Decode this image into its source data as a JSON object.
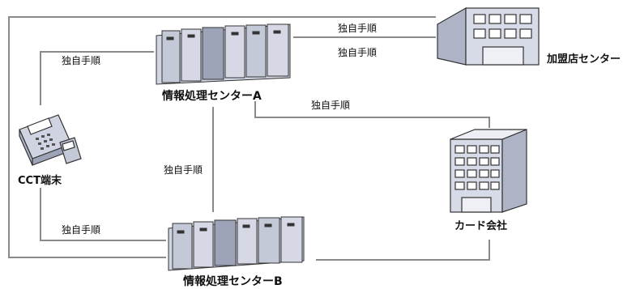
{
  "nodes": {
    "center_a": "情報処理センターA",
    "center_b": "情報処理センターB",
    "cct": "CCT端末",
    "merchant_center": "加盟店センター",
    "card_company": "カード会社"
  },
  "edges": {
    "outer_top": "独自手順",
    "a_to_merchant": "独自手順",
    "cct_to_a": "独自手順",
    "a_to_card": "独自手順",
    "a_to_b": "独自手順",
    "cct_to_b": "独自手順"
  },
  "colors": {
    "line": "#8a8a8a",
    "server": "#cfd3e0",
    "server_dark": "#9ea4b8",
    "building": "#d7dbe8"
  }
}
